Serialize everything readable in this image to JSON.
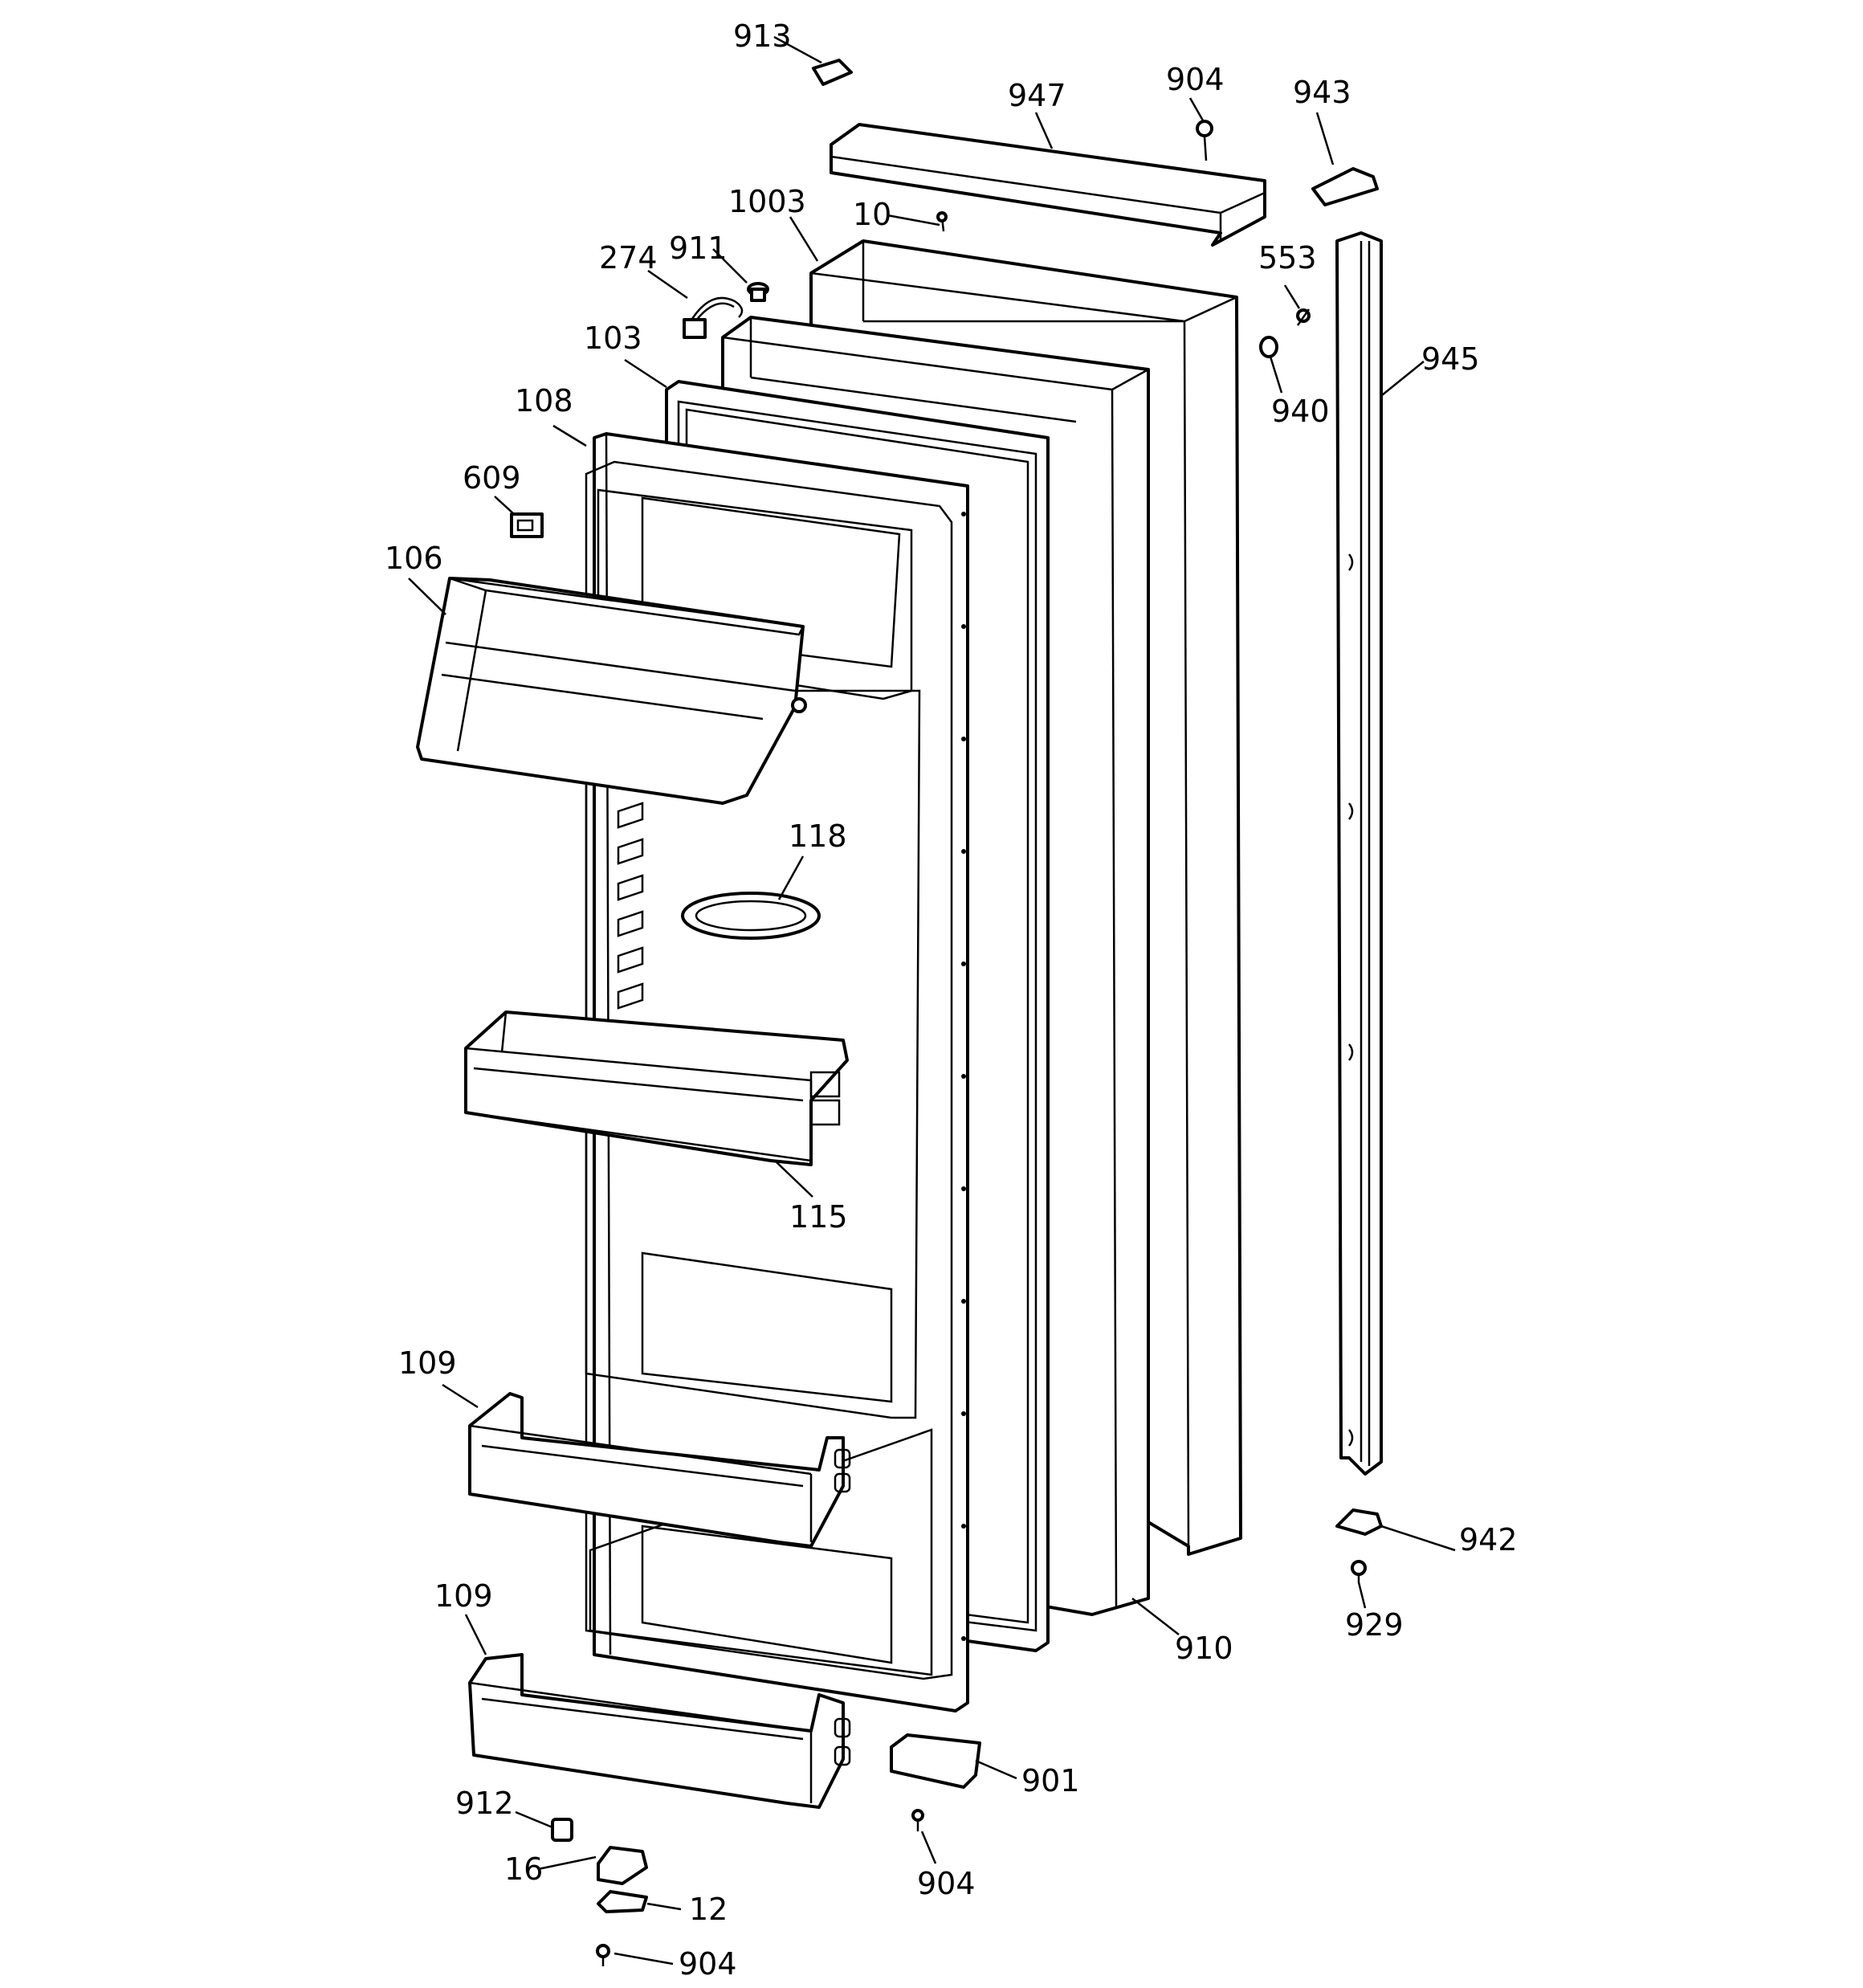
{
  "diagram": {
    "title": "",
    "callouts": [
      {
        "id": "913",
        "text": "913"
      },
      {
        "id": "947",
        "text": "947"
      },
      {
        "id": "904-top",
        "text": "904"
      },
      {
        "id": "943",
        "text": "943"
      },
      {
        "id": "1003",
        "text": "1003"
      },
      {
        "id": "10",
        "text": "10"
      },
      {
        "id": "911",
        "text": "911"
      },
      {
        "id": "274",
        "text": "274"
      },
      {
        "id": "553",
        "text": "553"
      },
      {
        "id": "945",
        "text": "945"
      },
      {
        "id": "940",
        "text": "940"
      },
      {
        "id": "103",
        "text": "103"
      },
      {
        "id": "108",
        "text": "108"
      },
      {
        "id": "609",
        "text": "609"
      },
      {
        "id": "106",
        "text": "106"
      },
      {
        "id": "118",
        "text": "118"
      },
      {
        "id": "115",
        "text": "115"
      },
      {
        "id": "109-upper",
        "text": "109"
      },
      {
        "id": "942",
        "text": "942"
      },
      {
        "id": "929",
        "text": "929"
      },
      {
        "id": "109-lower",
        "text": "109"
      },
      {
        "id": "910",
        "text": "910"
      },
      {
        "id": "901",
        "text": "901"
      },
      {
        "id": "912",
        "text": "912"
      },
      {
        "id": "16",
        "text": "16"
      },
      {
        "id": "904-mid",
        "text": "904"
      },
      {
        "id": "12",
        "text": "12"
      },
      {
        "id": "904-bottom",
        "text": "904"
      }
    ]
  }
}
